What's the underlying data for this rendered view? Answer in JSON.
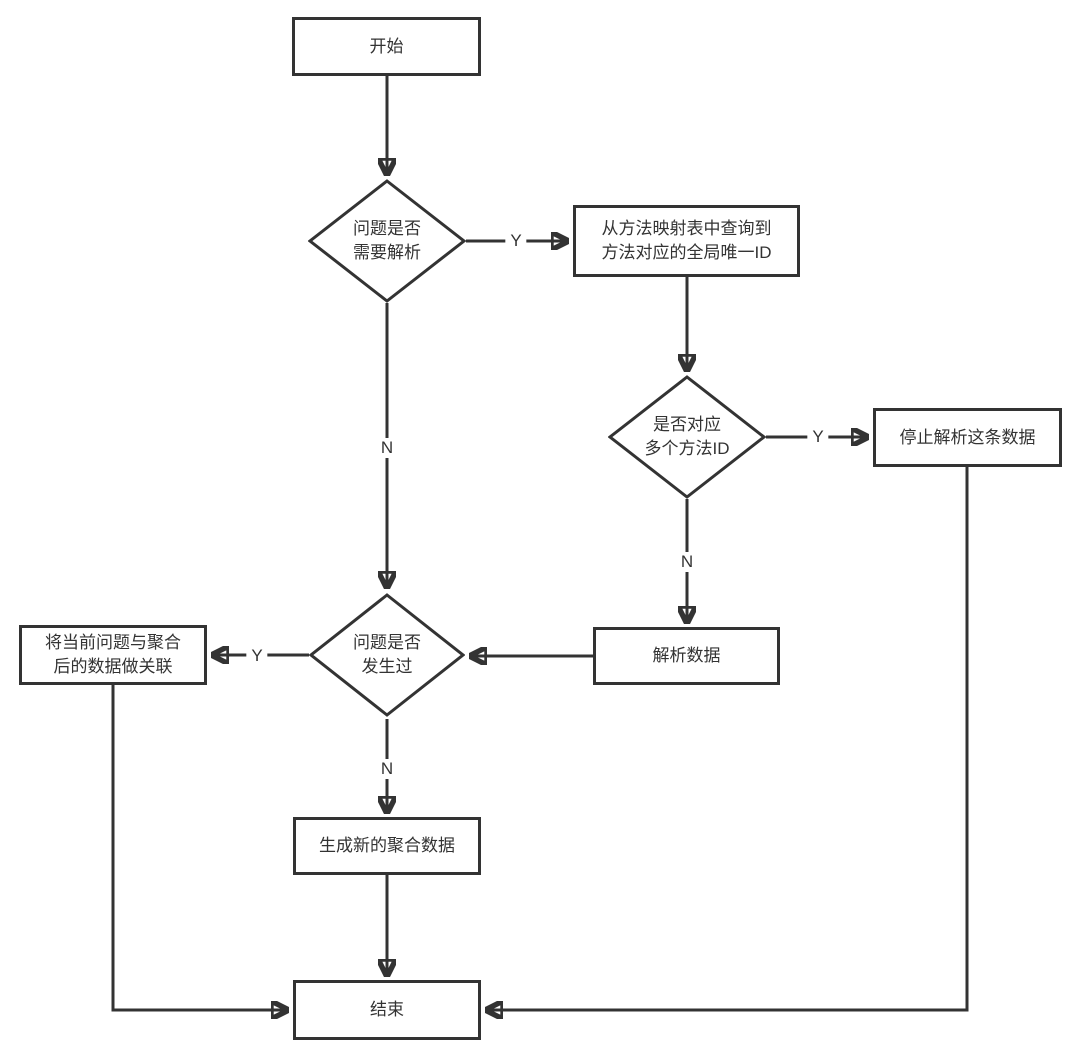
{
  "page": {
    "background_color": "#ffffff",
    "stroke_color": "#333333",
    "text_color": "#333333"
  },
  "flowchart": {
    "nodes": {
      "start": {
        "shape": "rect",
        "lines": [
          "开始"
        ]
      },
      "need_parse": {
        "shape": "diamond",
        "lines": [
          "问题是否",
          "需要解析"
        ]
      },
      "lookup_id": {
        "shape": "rect",
        "lines": [
          "从方法映射表中查询到",
          "方法对应的全局唯一ID"
        ]
      },
      "multi_id": {
        "shape": "diamond",
        "lines": [
          "是否对应",
          "多个方法ID"
        ]
      },
      "stop_parse": {
        "shape": "rect",
        "lines": [
          "停止解析这条数据"
        ]
      },
      "parse_data": {
        "shape": "rect",
        "lines": [
          "解析数据"
        ]
      },
      "occurred": {
        "shape": "diamond",
        "lines": [
          "问题是否",
          "发生过"
        ]
      },
      "associate": {
        "shape": "rect",
        "lines": [
          "将当前问题与聚合",
          "后的数据做关联"
        ]
      },
      "generate": {
        "shape": "rect",
        "lines": [
          "生成新的聚合数据"
        ]
      },
      "end": {
        "shape": "rect",
        "lines": [
          "结束"
        ]
      }
    },
    "edge_labels": {
      "yes": "Y",
      "no": "N"
    }
  }
}
